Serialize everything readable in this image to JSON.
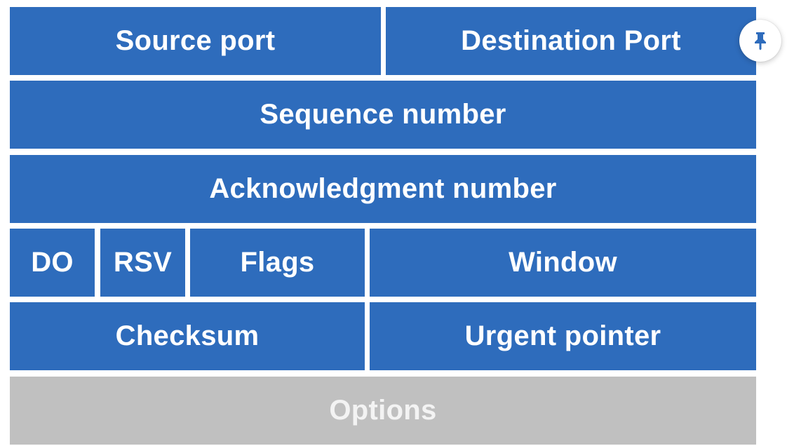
{
  "header_row": {
    "source_port": "Source port",
    "destination_port": "Destination Port"
  },
  "sequence_number": "Sequence number",
  "acknowledgment_number": "Acknowledgment number",
  "control_row": {
    "data_offset": "DO",
    "reserved": "RSV",
    "flags": "Flags",
    "window": "Window"
  },
  "checksum_row": {
    "checksum": "Checksum",
    "urgent_pointer": "Urgent pointer"
  },
  "options": "Options",
  "colors": {
    "field_fill": "#2e6cbc",
    "options_fill": "#c0c0c0",
    "text": "#ffffff"
  },
  "icons": {
    "pin": "pin-icon"
  }
}
